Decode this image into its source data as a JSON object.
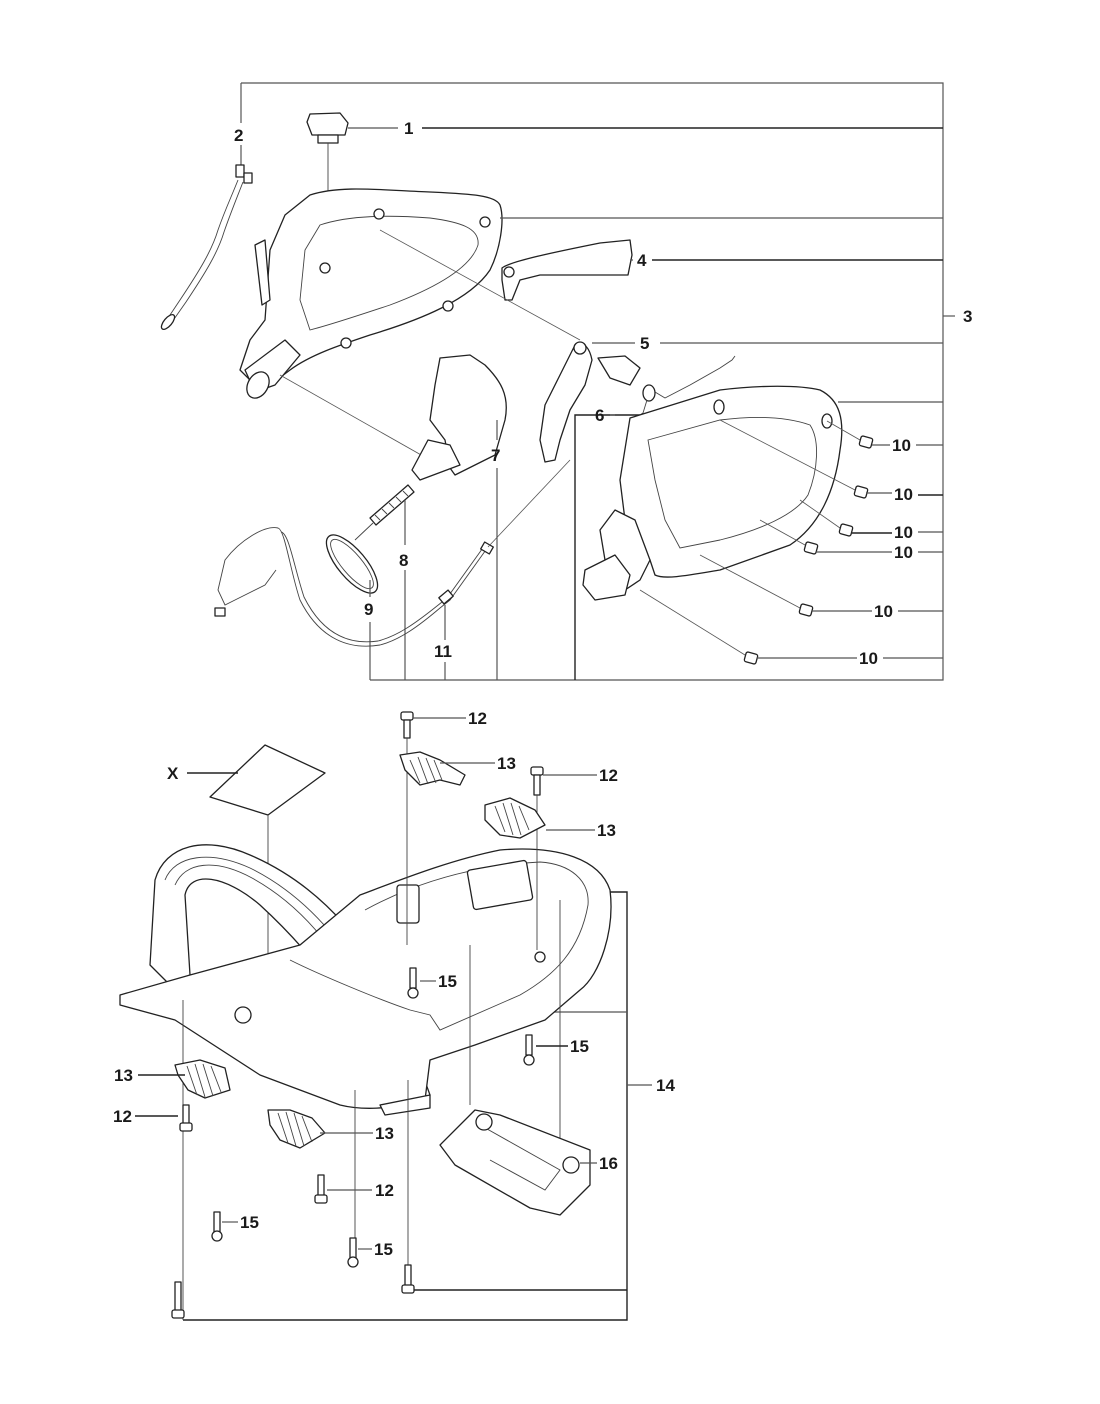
{
  "diagram": {
    "type": "exploded-parts-view",
    "groups": [
      {
        "id": "3",
        "label": "3"
      },
      {
        "id": "14",
        "label": "14"
      }
    ],
    "callouts": [
      {
        "id": "c1",
        "label": "1"
      },
      {
        "id": "c2",
        "label": "2"
      },
      {
        "id": "c3",
        "label": "3"
      },
      {
        "id": "c4",
        "label": "4"
      },
      {
        "id": "c5",
        "label": "5"
      },
      {
        "id": "c6",
        "label": "6"
      },
      {
        "id": "c7",
        "label": "7"
      },
      {
        "id": "c8",
        "label": "8"
      },
      {
        "id": "c9",
        "label": "9"
      },
      {
        "id": "c10a",
        "label": "10"
      },
      {
        "id": "c10b",
        "label": "10"
      },
      {
        "id": "c10c",
        "label": "10"
      },
      {
        "id": "c10d",
        "label": "10"
      },
      {
        "id": "c10e",
        "label": "10"
      },
      {
        "id": "c10f",
        "label": "10"
      },
      {
        "id": "c11",
        "label": "11"
      },
      {
        "id": "c12a",
        "label": "12"
      },
      {
        "id": "c12b",
        "label": "12"
      },
      {
        "id": "c12c",
        "label": "12"
      },
      {
        "id": "c12d",
        "label": "12"
      },
      {
        "id": "c13a",
        "label": "13"
      },
      {
        "id": "c13b",
        "label": "13"
      },
      {
        "id": "c13c",
        "label": "13"
      },
      {
        "id": "c13d",
        "label": "13"
      },
      {
        "id": "c14",
        "label": "14"
      },
      {
        "id": "c15a",
        "label": "15"
      },
      {
        "id": "c15b",
        "label": "15"
      },
      {
        "id": "c15c",
        "label": "15"
      },
      {
        "id": "c15d",
        "label": "15"
      },
      {
        "id": "c16",
        "label": "16"
      },
      {
        "id": "cX",
        "label": "X"
      }
    ],
    "colors": {
      "line": "#222222",
      "leader": "#555555",
      "background": "#ffffff"
    }
  }
}
